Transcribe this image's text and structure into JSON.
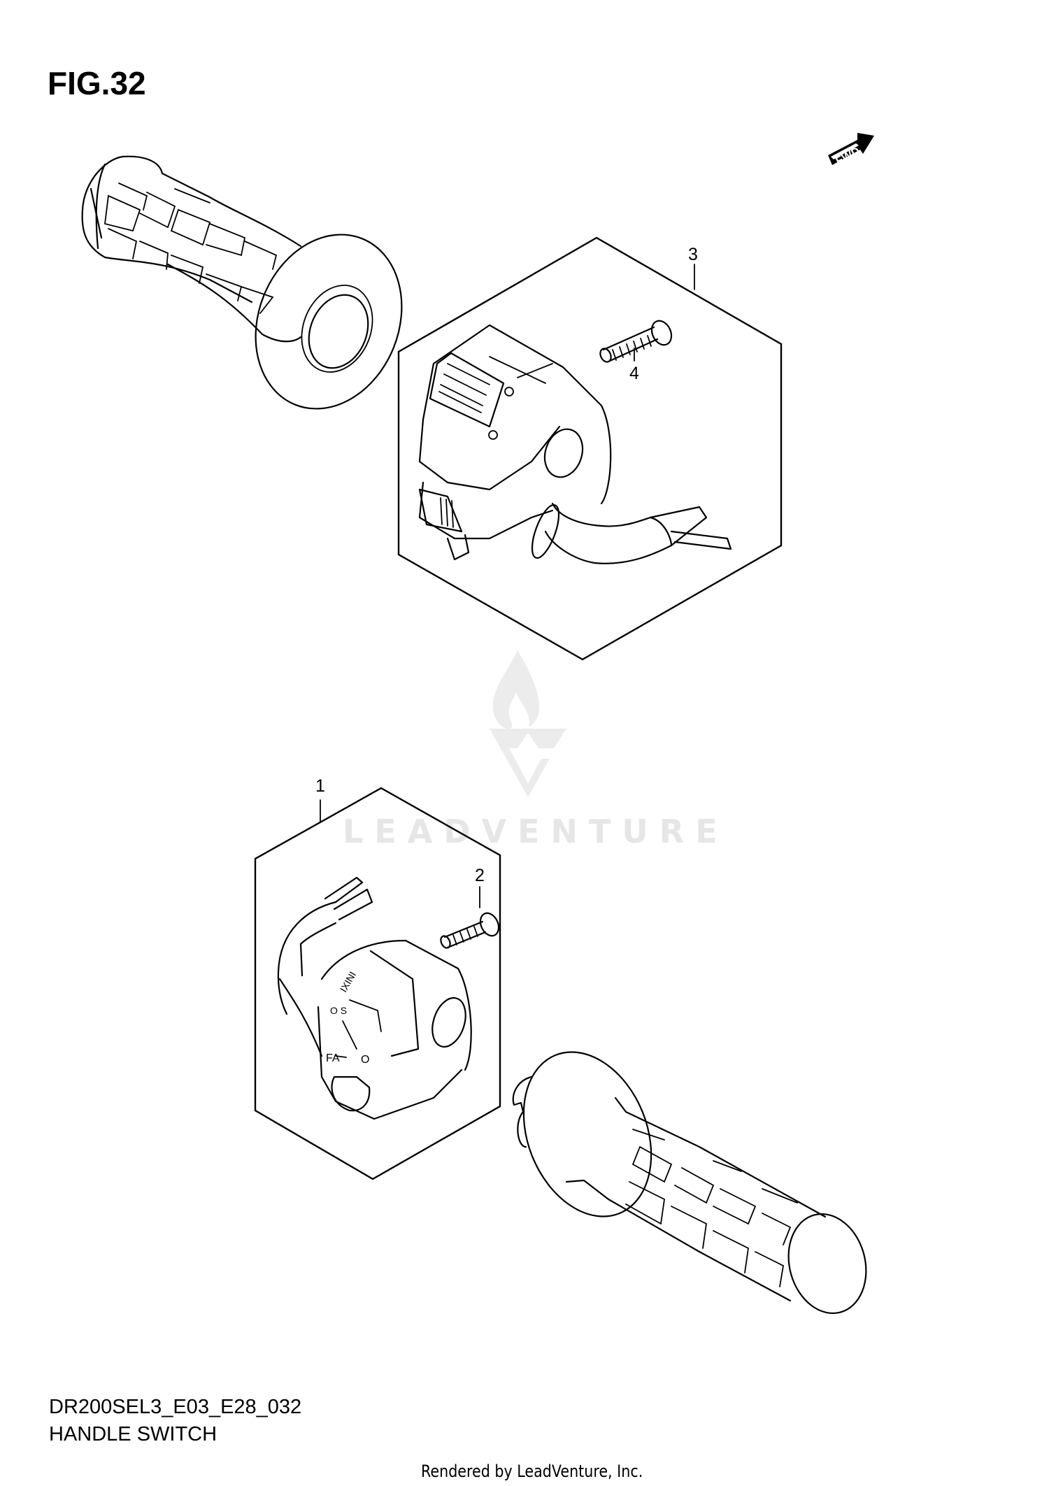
{
  "figure": {
    "title": "FIG.32",
    "code": "DR200SEL3_E03_E28_032",
    "name": "HANDLE SWITCH"
  },
  "orientation": {
    "icon": "fwd-arrow-icon",
    "label": "FWD"
  },
  "callouts": [
    {
      "number": "1",
      "part": "handle switch (left) assembly"
    },
    {
      "number": "2",
      "part": "screw"
    },
    {
      "number": "3",
      "part": "handle switch (right) assembly"
    },
    {
      "number": "4",
      "part": "screw"
    }
  ],
  "watermark": {
    "logo": "leadventure-flame-logo",
    "text": "LEADVENTURE"
  },
  "footer": {
    "text": "Rendered by LeadVenture, Inc."
  },
  "colors": {
    "line": "#000000",
    "background": "#ffffff",
    "watermark": "#e6e6e6"
  }
}
